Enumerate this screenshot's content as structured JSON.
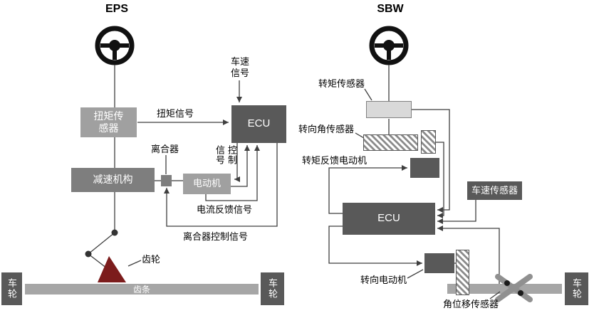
{
  "eps": {
    "title": "EPS",
    "torque_sensor": "扭矩传\n感器",
    "reduction": "减速机构",
    "ecu": "ECU",
    "motor": "电动机",
    "clutch": "离合器",
    "torque_signal": "扭矩信号",
    "speed_signal": "车速\n信号",
    "signal": "信号",
    "control": "控制",
    "current_feedback": "电流反馈信号",
    "clutch_control": "离合器控制信号",
    "pinion": "齿轮",
    "rack": "齿条"
  },
  "sbw": {
    "title": "SBW",
    "torque_sensor": "转矩传感器",
    "angle_sensor": "转向角传感器",
    "feedback_motor": "转矩反馈电动机",
    "speed_sensor": "车速传感器",
    "ecu": "ECU",
    "steering_motor": "转向电动机",
    "angle_displacement_sensor": "角位移传感器"
  },
  "shared": {
    "wheel": "车轮"
  },
  "colors": {
    "dark_box": "#595959",
    "medium_box": "#7e7e7e",
    "light_gray_box": "#a0a0a0",
    "sensor_box": "#d9d9d9",
    "rack": "#a6a6a6",
    "hatch_stripe": "#8c8c8c",
    "line": "#3f3f3f",
    "pinion_red": "#7c1c1c"
  }
}
